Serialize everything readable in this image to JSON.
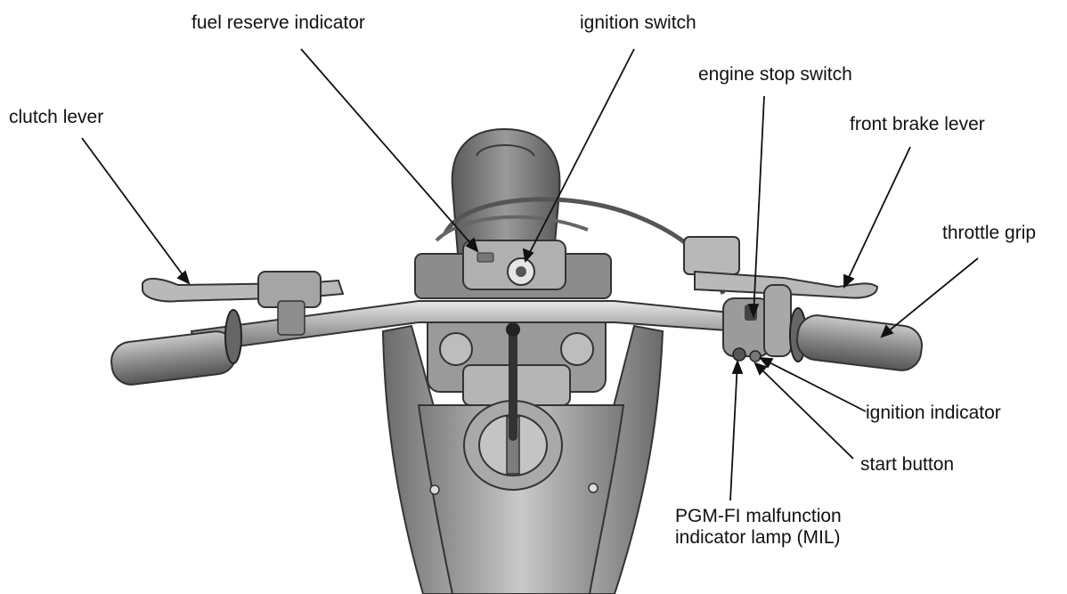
{
  "labels": {
    "fuel_reserve_indicator": "fuel reserve indicator",
    "ignition_switch": "ignition switch",
    "engine_stop_switch": "engine stop switch",
    "clutch_lever": "clutch lever",
    "front_brake_lever": "front brake lever",
    "throttle_grip": "throttle grip",
    "ignition_indicator": "ignition indicator",
    "start_button": "start button",
    "pgm_fi_line1": "PGM-FI malfunction",
    "pgm_fi_line2": "indicator lamp (MIL)"
  }
}
